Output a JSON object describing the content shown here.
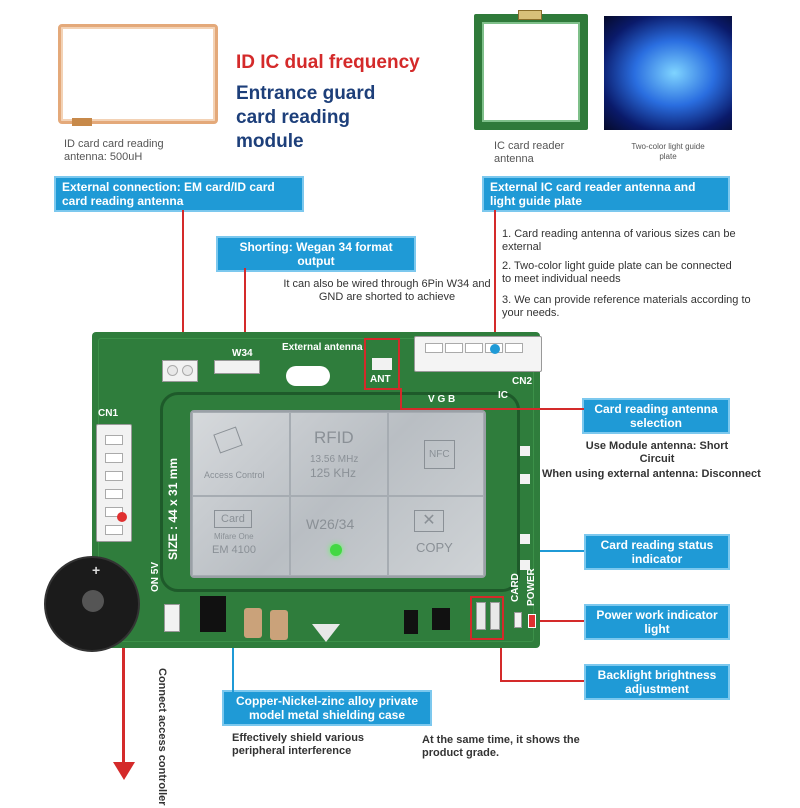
{
  "title": {
    "line1": "ID IC dual frequency",
    "line2": "Entrance guard",
    "line3": "card reading",
    "line4": "module"
  },
  "top_captions": {
    "id_antenna": "ID card card reading antenna: 500uH",
    "ic_antenna": "IC card reader antenna",
    "light_guide": "Two-color light guide plate"
  },
  "labels": {
    "external_connection": "External connection: EM card/ID card card reading antenna",
    "external_ic": "External IC card reader antenna and light guide plate",
    "shorting": "Shorting: Wegan 34 format output",
    "card_antenna_selection": "Card reading antenna selection",
    "status_indicator": "Card reading status indicator",
    "power_indicator": "Power work indicator light",
    "backlight": "Backlight brightness adjustment",
    "shielding": "Copper-Nickel-zinc alloy private model metal shielding case"
  },
  "notes": {
    "wiring": "It can also be wired through 6Pin W34 and GND are shorted to achieve",
    "ic_list": [
      "1. Card reading antenna of various sizes can be external",
      "2. Two-color light guide plate can be connected to meet individual needs",
      "3. We can provide reference materials according to your needs."
    ],
    "antenna_use": "Use Module antenna: Short Circuit",
    "antenna_external": "When using external antenna: Disconnect",
    "shield_effect": "Effectively shield various peripheral interference",
    "product_grade": "At the same time, it shows the product grade.",
    "access_controller": "Connect access controller"
  },
  "board": {
    "external_antenna": "External antenna",
    "w34": "W34",
    "ant": "ANT",
    "cn1": "CN1",
    "cn2": "CN2",
    "vgb": "V G B",
    "ic": "IC",
    "size": "SIZE : 44 x 31 mm",
    "rfid": "RFID",
    "freq1": "13.56 MHz",
    "freq2": "125 KHz",
    "nfc": "NFC",
    "access_control": "Access Control",
    "card": "Card",
    "mifare": "Mifare One",
    "em4100": "EM 4100",
    "w2634": "W26/34",
    "copy": "COPY",
    "card_silk": "CARD",
    "power_silk": "POWER",
    "on5v": "ON 5V"
  },
  "colors": {
    "accent_blue": "#1f9ad6",
    "title_red": "#d42a2a",
    "title_blue": "#1d3f7a",
    "pcb_green": "#2f7d3c"
  }
}
